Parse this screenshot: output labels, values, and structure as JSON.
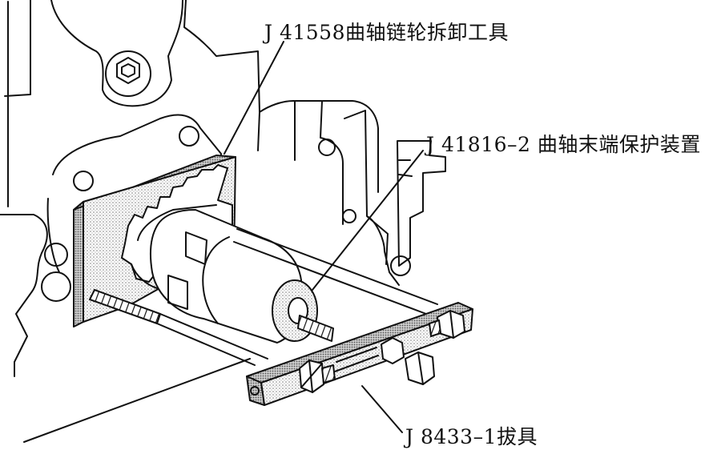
{
  "callouts": {
    "sprocket_remover": "J 41558曲轴链轮拆卸工具",
    "end_protector": "J 41816–2 曲轴末端保护装置",
    "puller": "J 8433–1拔具"
  },
  "colors": {
    "line": "#111111",
    "stipple": "#8a8a8a",
    "background": "#ffffff"
  },
  "icons": [
    "engine-block-outline",
    "crankshaft-sprocket",
    "remover-plate",
    "protector-cylinder",
    "puller-bar",
    "threaded-rods",
    "bolts"
  ]
}
